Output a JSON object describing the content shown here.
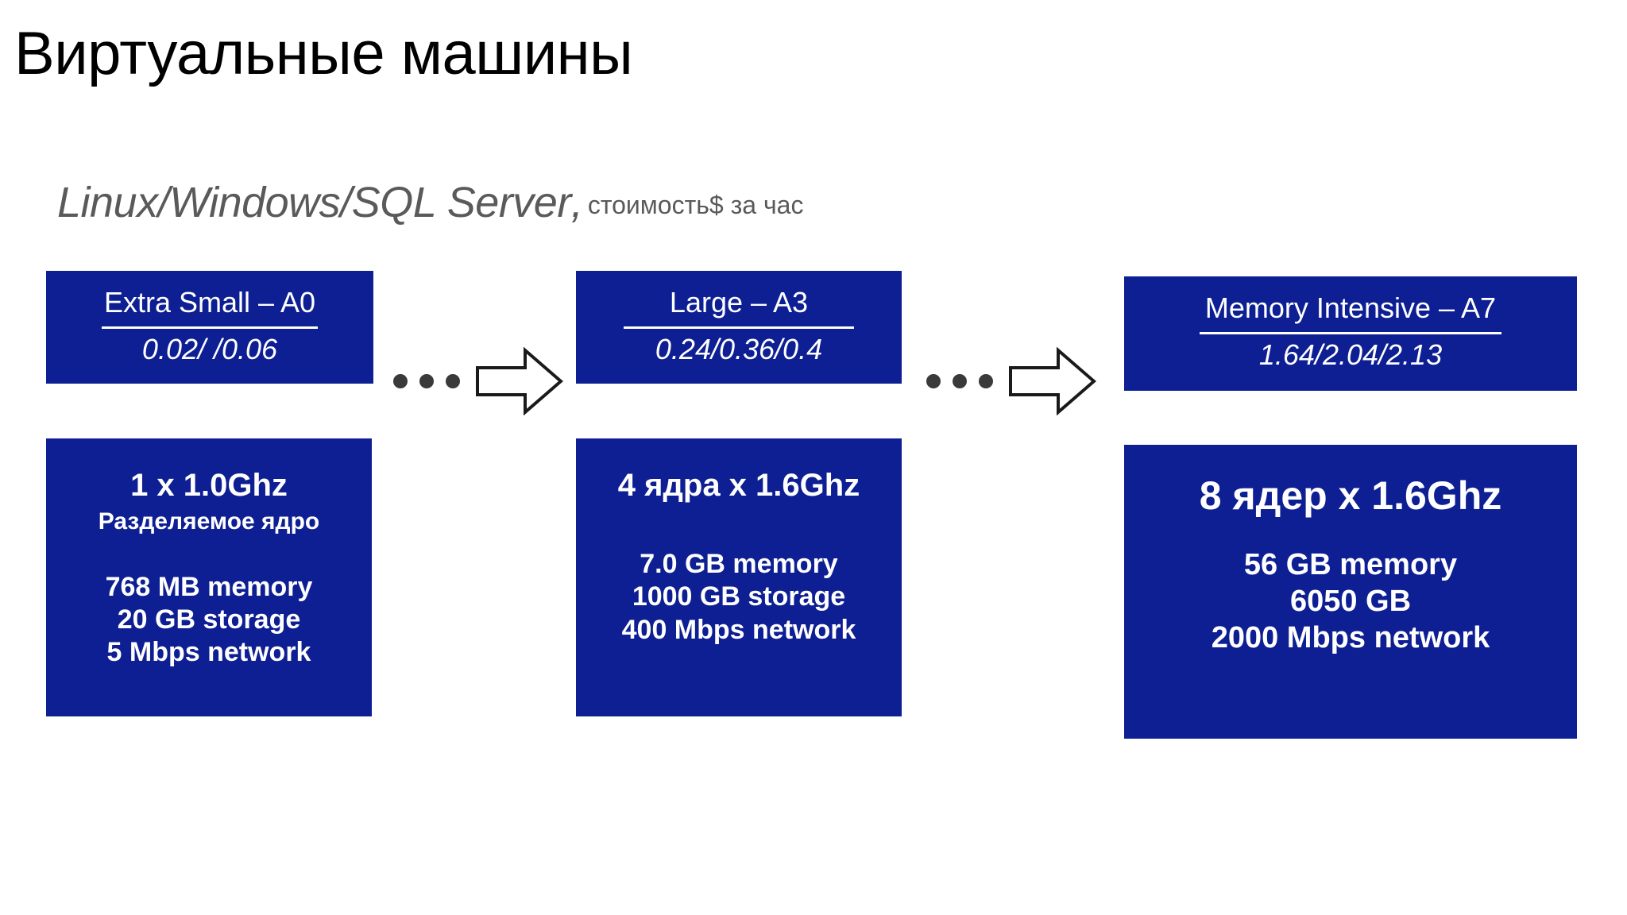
{
  "slide": {
    "title": "Виртуальные машины",
    "subtitle_main": "Linux/Windows/SQL Server",
    "subtitle_comma": ",",
    "subtitle_tail": "стоимость$ за час",
    "accent_blue": "#0d1f92",
    "title_color": "#000000",
    "subtitle_color": "#5a5a5a",
    "dot_color": "#3a3a3a"
  },
  "cards": [
    {
      "header": {
        "title": "Extra Small – A0",
        "price": "0.02/ /0.06"
      },
      "detail": {
        "cpu": "1 x 1.0Ghz",
        "sub": "Разделяемое ядро",
        "specs": [
          "768 MB memory",
          "20 GB storage",
          "5 Mbps network"
        ]
      }
    },
    {
      "header": {
        "title": "Large – A3",
        "price": "0.24/0.36/0.4"
      },
      "detail": {
        "cpu": "4 ядра x 1.6Ghz",
        "sub": "",
        "specs": [
          "7.0 GB memory",
          "1000 GB storage",
          "400 Mbps network"
        ]
      }
    },
    {
      "header": {
        "title": "Memory Intensive – A7",
        "price": "1.64/2.04/2.13"
      },
      "detail": {
        "cpu": "8 ядер x 1.6Ghz",
        "sub": "",
        "specs": [
          "56 GB memory",
          "6050 GB",
          "2000 Mbps network"
        ]
      }
    }
  ],
  "connectors": [
    {
      "dots": "•••",
      "arrow": "right-arrow"
    },
    {
      "dots": "•••",
      "arrow": "right-arrow"
    }
  ]
}
